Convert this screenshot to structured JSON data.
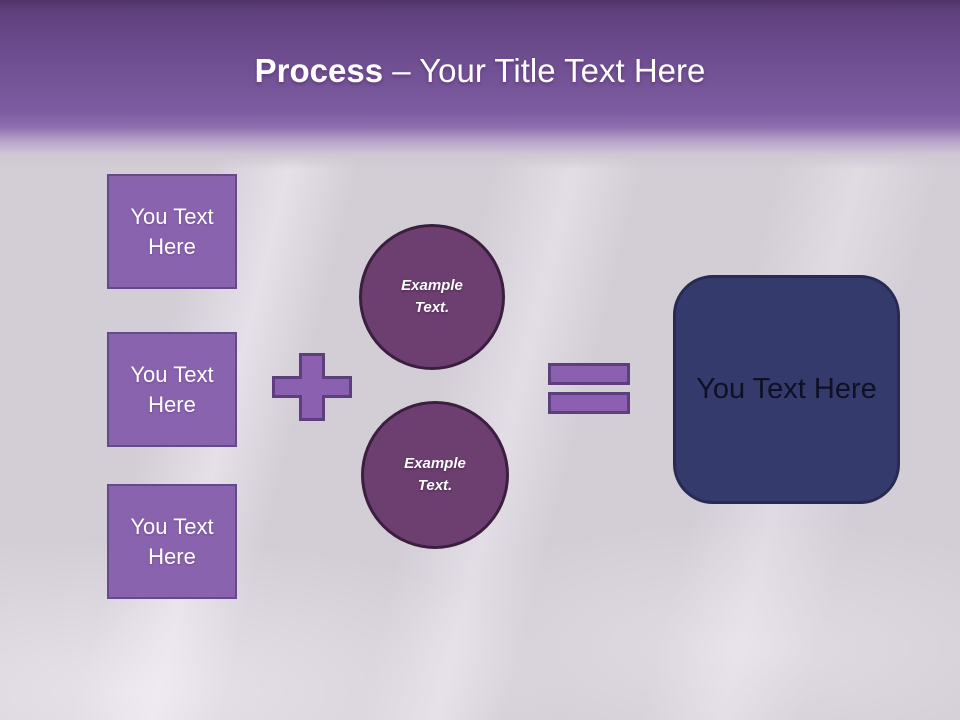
{
  "slide": {
    "title": {
      "bold": "Process",
      "rest": " – Your Title Text Here"
    },
    "source_boxes": [
      {
        "label": "You Text Here"
      },
      {
        "label": "You Text Here"
      },
      {
        "label": "You Text Here"
      }
    ],
    "example_circles": [
      {
        "label": "Example Text."
      },
      {
        "label": "Example Text."
      }
    ],
    "result_box": {
      "label": "You Text Here"
    },
    "icons": {
      "plus": "plus-icon",
      "equals": "equals-icon"
    },
    "colors": {
      "header_top": "#4f3268",
      "header_mid": "#7e5ca1",
      "background": "#d3ced5",
      "source_box_fill": "#8a63ae",
      "source_box_border": "#654a8a",
      "circle_fill": "#6d3f70",
      "circle_border": "#3b1f3f",
      "operator_fill": "#8c60b0",
      "operator_border": "#5e3f7e",
      "result_fill": "#353a6d",
      "result_border": "#262b52",
      "title_text": "#ffffff",
      "shape_text": "#ffffff",
      "result_text": "#0e1024"
    }
  }
}
